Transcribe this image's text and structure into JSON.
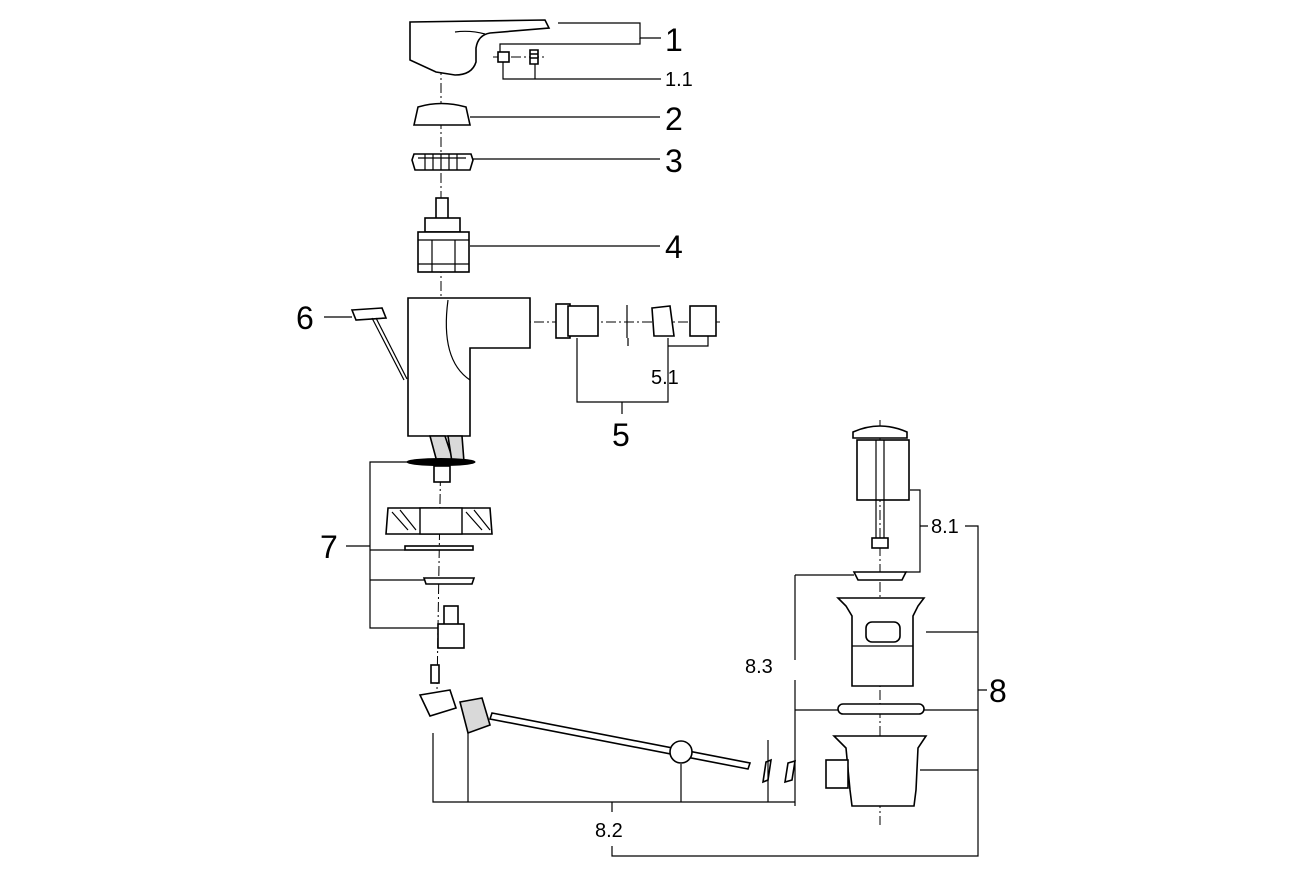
{
  "labels": {
    "l1": "1",
    "l1_1": "1.1",
    "l2": "2",
    "l3": "3",
    "l4": "4",
    "l5": "5",
    "l5_1": "5.1",
    "l6": "6",
    "l7": "7",
    "l8": "8",
    "l8_1": "8.1",
    "l8_2": "8.2",
    "l8_3": "8.3"
  }
}
